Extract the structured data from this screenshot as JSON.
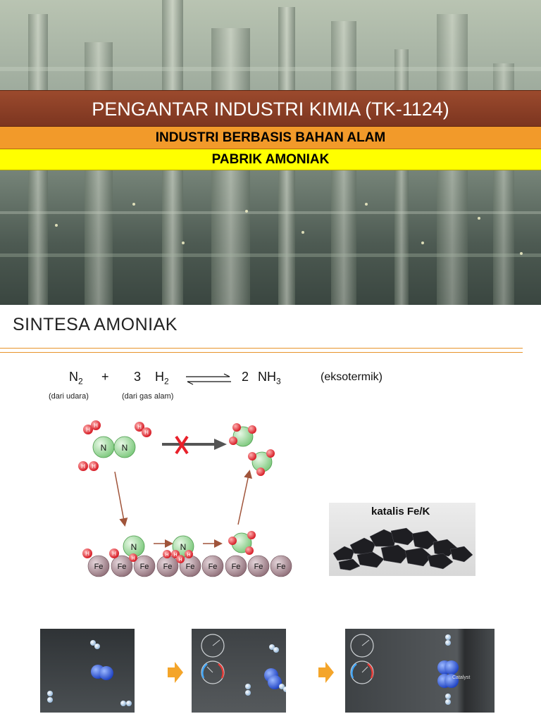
{
  "header": {
    "title": "PENGANTAR INDUSTRI KIMIA (TK-1124)",
    "subtitle": "INDUSTRI BERBASIS BAHAN ALAM",
    "topic": "PABRIK AMONIAK"
  },
  "section": {
    "title": "SINTESA AMONIAK"
  },
  "equation": {
    "reactant1": "N",
    "reactant1_sub": "2",
    "plus": "+",
    "coef2": "3",
    "reactant2": "H",
    "reactant2_sub": "2",
    "coef_product": "2",
    "product": "NH",
    "product_sub": "3",
    "note": "(eksotermik)",
    "source1": "(dari udara)",
    "source2": "(dari gas alam)"
  },
  "diagram": {
    "atom_h": "H",
    "atom_n": "N",
    "atom_fe": "Fe"
  },
  "catalyst": {
    "label": "katalis Fe/K"
  },
  "animation": {
    "frame3_label": "Catalyst"
  },
  "colors": {
    "title_band": "#8a3e24",
    "subtitle_band": "#f29a2a",
    "topic_band": "#ffff00",
    "rule": "#e8932a",
    "n_atom": "#9ad89a",
    "h_atom": "#e8363c",
    "fe_atom": "#a88a92",
    "flow_arrow": "#a0543a",
    "block_arrow": "#555555",
    "cross": "#e8202a",
    "next_arrow": "#f4a52a"
  }
}
